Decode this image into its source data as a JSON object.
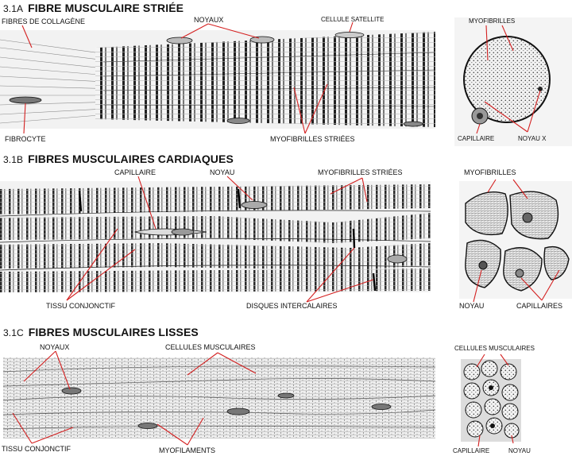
{
  "sections": {
    "a": {
      "num": "3.1A",
      "title": "FIBRE MUSCULAIRE STRIÉE"
    },
    "b": {
      "num": "3.1B",
      "title": "FIBRES MUSCULAIRES CARDIAQUES"
    },
    "c": {
      "num": "3.1C",
      "title": "FIBRES MUSCULAIRES LISSES"
    }
  },
  "labels": {
    "a_fibres_collagene": "FIBRES DE COLLAGÈNE",
    "a_noyaux": "NOYAUX",
    "a_cellule_satellite": "CELLULE SATELLITE",
    "a_myofibrilles": "MYOFIBRILLES",
    "a_fibrocyte": "FIBROCYTE",
    "a_myofibrilles_striees": "MYOFIBRILLES STRIÉES",
    "a_capillaire": "CAPILLAIRE",
    "a_noyau_x": "NOYAU X",
    "b_capillaire": "CAPILLAIRE",
    "b_noyau": "NOYAU",
    "b_myofibrilles_striees": "MYOFIBRILLES STRIÉES",
    "b_myofibrilles": "MYOFIBRILLES",
    "b_tissu_conjonctif": "TISSU CONJONCTIF",
    "b_disques_intercalaires": "DISQUES INTERCALAIRES",
    "b_noyau_cross": "NOYAU",
    "b_capillaires": "CAPILLAIRES",
    "c_noyaux": "NOYAUX",
    "c_cellules_musculaires": "CELLULES MUSCULAIRES",
    "c_cellules_musculaires_cross": "CELLULES MUSCULAIRES",
    "c_tissu_conjonctif": "TISSU CONJONCTIF",
    "c_myofilaments": "MYOFILAMENTS",
    "c_capillaire": "CAPILLAIRE",
    "c_noyau": "NOYAU"
  },
  "colors": {
    "arrow": "#d42020",
    "ink": "#1a1a1a"
  }
}
